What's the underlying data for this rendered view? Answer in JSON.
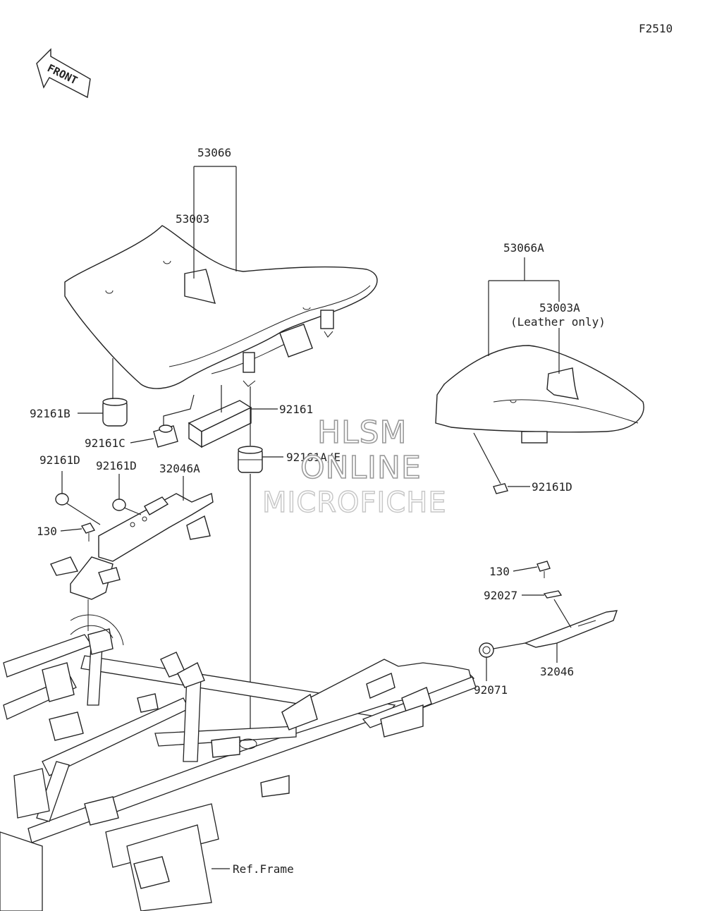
{
  "figure_code": "F2510",
  "front_arrow_text": "FRONT",
  "labels": {
    "p53066": "53066",
    "p53003": "53003",
    "p53066A": "53066A",
    "p53003A": "53003A",
    "leather_only": "(Leather only)",
    "p92161B": "92161B",
    "p92161C": "92161C",
    "p92161": "92161",
    "p92161AE": "92161A/E",
    "p92161D_rear": "92161D",
    "p92161D_left1": "92161D",
    "p92161D_left2": "92161D",
    "p32046A": "32046A",
    "p130_left": "130",
    "p130_right": "130",
    "p92027": "92027",
    "p32046": "32046",
    "p92071": "92071",
    "ref_frame": "Ref.Frame"
  },
  "watermark": {
    "line1": "HLSM",
    "line2": "ONLINE",
    "line3": "MICROFICHE"
  }
}
